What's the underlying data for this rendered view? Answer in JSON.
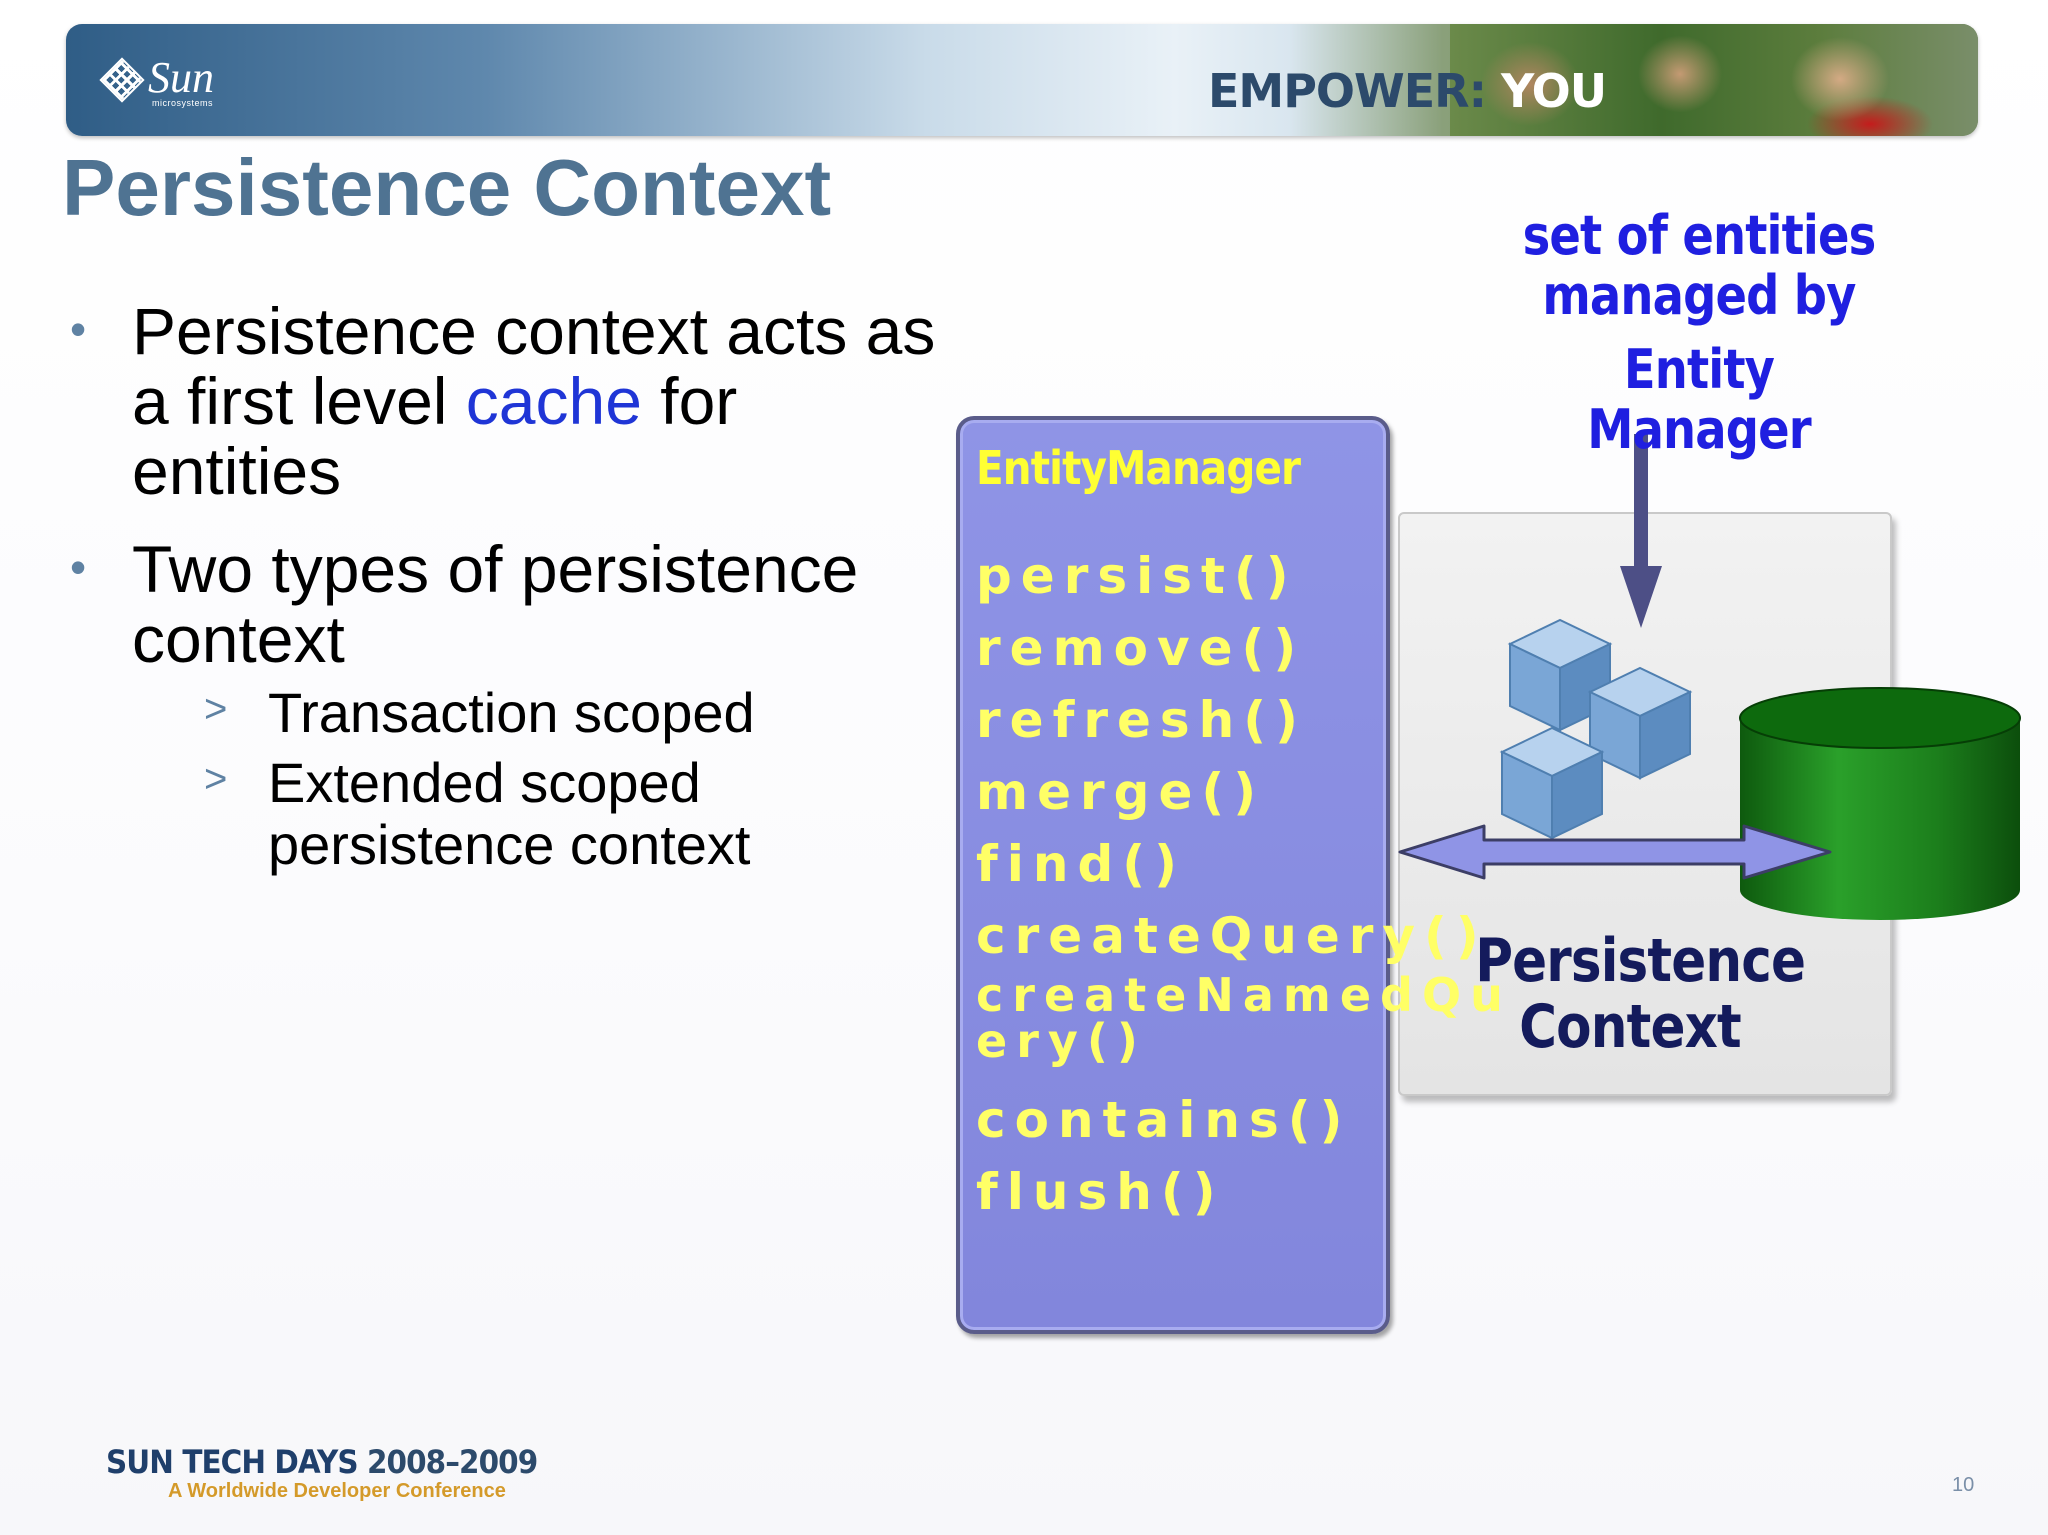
{
  "banner": {
    "logo_word": "Sun",
    "logo_sub": "microsystems",
    "tagline_prefix": "EMPOWER:",
    "tagline_suffix": "YOU"
  },
  "title": "Persistence Context",
  "bullets": [
    {
      "text_before": "Persistence context acts as a first level ",
      "highlight": "cache",
      "text_after": " for entities"
    },
    {
      "text": "Two types of persistence context",
      "sub": [
        "Transaction scoped",
        "Extended scoped persistence context"
      ]
    }
  ],
  "diagram": {
    "entity_manager_title": "EntityManager",
    "methods": [
      "persist()",
      "remove()",
      "refresh()",
      "merge()",
      "find()",
      "createQuery()",
      "createNamedQuery()",
      "contains()",
      "flush()"
    ],
    "callout": [
      "set of entities",
      "managed by",
      "Entity Manager"
    ],
    "context_label": [
      "Persistence",
      "Context"
    ]
  },
  "footer": {
    "event": "SUN TECH DAYS",
    "years": "2008–2009",
    "subtitle": "A Worldwide Developer Conference",
    "page_number": "10"
  },
  "colors": {
    "title": "#4f7392",
    "highlight": "#1f35d6",
    "em_panel": "#8a8ee2",
    "em_text": "#ffff66",
    "callout": "#1f1fe0",
    "cubes": "#6f9fcf",
    "database": "#1f8a1f"
  }
}
